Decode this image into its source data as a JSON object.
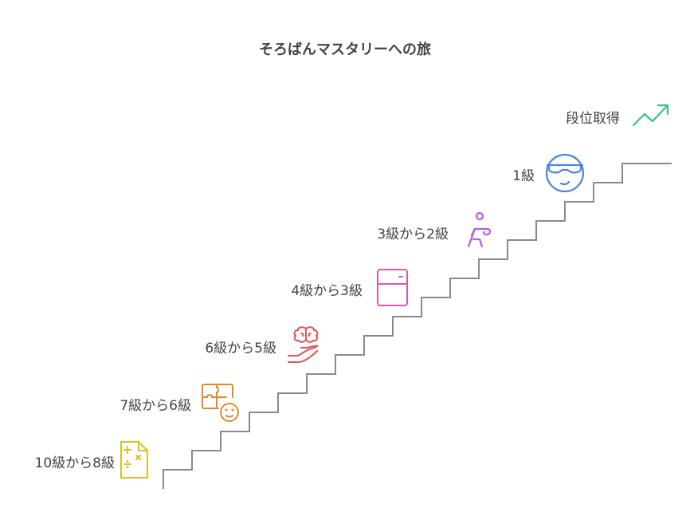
{
  "title": "そろばんマスタリーへの旅",
  "steps": [
    {
      "label": "10級から8級",
      "icon": "math-document-icon",
      "color": "#d9c21a"
    },
    {
      "label": "7級から6級",
      "icon": "puzzle-face-icon",
      "color": "#e08a30"
    },
    {
      "label": "6級から5級",
      "icon": "brain-hand-icon",
      "color": "#e05555"
    },
    {
      "label": "4級から3級",
      "icon": "cabinet-icon",
      "color": "#d95aa8"
    },
    {
      "label": "3級から2級",
      "icon": "running-person-icon",
      "color": "#b65ee0"
    },
    {
      "label": "1級",
      "icon": "cool-face-icon",
      "color": "#4a86e0"
    },
    {
      "label": "段位取得",
      "icon": "trending-up-icon",
      "color": "#3cbf7a"
    }
  ],
  "stair_color": "#8a8a8a"
}
